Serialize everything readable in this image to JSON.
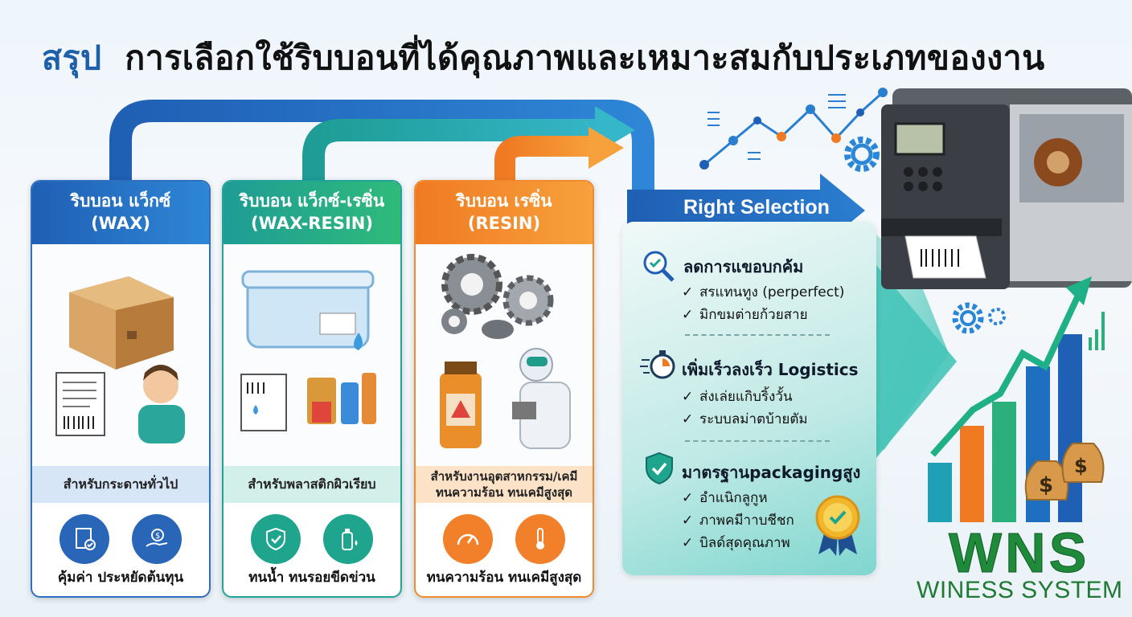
{
  "title": {
    "prefix": "สรุป",
    "main": "การเลือกใช้ริบบอนที่ได้คุณภาพและเหมาะสมกับประเภทของงาน"
  },
  "cards": [
    {
      "title_line1": "ริบบอน แว็กซ์",
      "title_line2": "(WAX)",
      "caption": "สำหรับกระดาษทั่วไป",
      "caption_line2": "",
      "footer": "คุ้มค่า ประหยัดต้นทุน",
      "icons": [
        "document-check-icon",
        "money-hand-icon"
      ],
      "color": "#2a66b8"
    },
    {
      "title_line1": "ริบบอน แว็กซ์-เรซิ่น",
      "title_line2": "(WAX-RESIN)",
      "caption": "สำหรับพลาสติกผิวเรียบ",
      "caption_line2": "",
      "footer": "ทนน้ำ ทนรอยขีดข่วน",
      "icons": [
        "shield-check-icon",
        "water-bottle-icon"
      ],
      "color": "#1fa58e"
    },
    {
      "title_line1": "ริบบอน เรซิ่น",
      "title_line2": "(RESIN)",
      "caption": "สำหรับงานอุตสาหกรรม/เคมี",
      "caption_line2": "ทนความร้อน ทนเคมีสูงสุด",
      "footer": "ทนความร้อน ทนเคมีสูงสุด",
      "icons": [
        "gauge-icon",
        "thermometer-icon"
      ],
      "color": "#f2802b"
    }
  ],
  "right_panel": {
    "arrow_label": "Right Selection",
    "sections": [
      {
        "title": "ลดการแขอบกค้ม",
        "icon": "magnifier-check-icon",
        "items": [
          "สรแทนทูง (perperfect)",
          "มิกขมต่ายก้วยสาย"
        ]
      },
      {
        "title": "เพิ่มเร็วลงเร็ว Logistics",
        "icon": "stopwatch-icon",
        "items": [
          "ส่งเล่ยแกิบริ้งวั้น",
          "ระบบลม่าตบ้ายตัม"
        ]
      },
      {
        "title": "มาตรฐานpackagingสูง",
        "icon": "shield-check-icon",
        "items": [
          "อำแนิกลูกูห",
          "ภาพคมีาาบชีชก",
          "บิลด์สุดคุณภาพ"
        ]
      }
    ],
    "check_mark": "✓"
  },
  "logo": {
    "big": "WNS",
    "sub": "WINESS SYSTEM"
  },
  "colors": {
    "wax": "#2a66b8",
    "wax_resin": "#1fa58e",
    "resin": "#f2802b",
    "title_prefix": "#1d5fa9",
    "logo": "#1f8a3a"
  }
}
